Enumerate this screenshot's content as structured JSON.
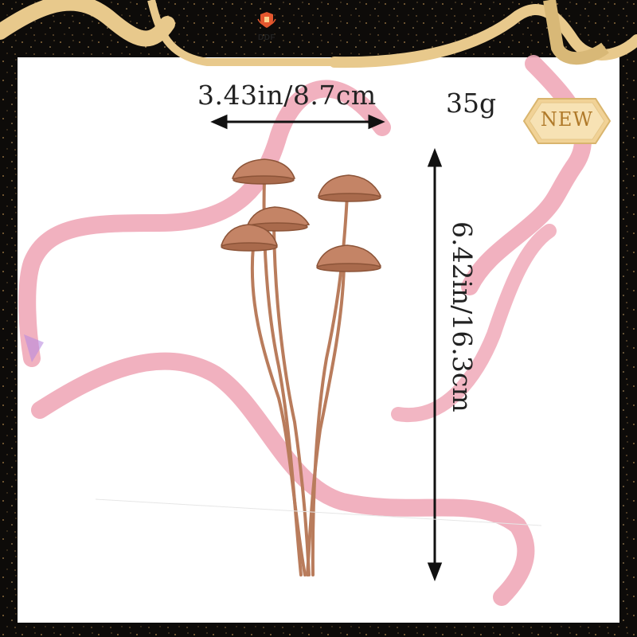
{
  "brand": {
    "logo_text": "DDF"
  },
  "badge": {
    "label": "NEW"
  },
  "dimensions": {
    "width_label": "3.43in/8.7cm",
    "height_label": "6.42in/16.3cm",
    "weight_label": "35g"
  },
  "colors": {
    "background_frame": "#0d0b09",
    "gold_ribbon": "#e8c98c",
    "pink_ribbon": "#f0a9b8",
    "product_copper": "#b97c5c",
    "panel": "#ffffff",
    "badge_gold": "#f1d296"
  }
}
